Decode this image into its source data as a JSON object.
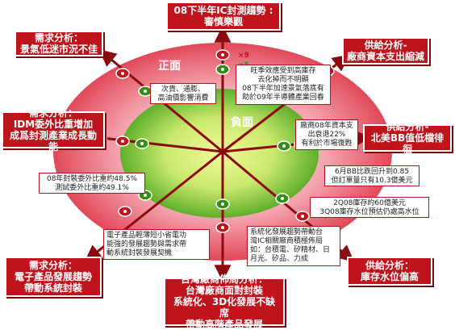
{
  "rings": {
    "positive": "正面",
    "negative": "負面"
  },
  "colors": {
    "accent": "#c0141c",
    "outer_ring": "#f0a0a8",
    "inner_ring": "#7ec23c",
    "center": "#e4f37c"
  },
  "labels": {
    "top": [
      "08下半年IC封測趨勢 :",
      "審慎樂觀"
    ],
    "top_left": [
      "需求分析：",
      "景氣低迷市況不佳"
    ],
    "left": [
      "需求分析：",
      "IDM委外比重增加",
      "成爲封測產業成長動能"
    ],
    "bottom_left": [
      "需求分析：",
      "電子產品發展趨勢",
      "帶動系統封裝"
    ],
    "bottom": [
      "台灣廠商佈局分析：",
      "台灣廠商面對封裝",
      "系統化、3D化發展不缺席",
      "帶動高階產品發展"
    ],
    "bottom_right": [
      "供給分析：",
      "庫存水位偏高"
    ],
    "right": [
      "供給分析-",
      "北美BB值低檔徘徊"
    ],
    "top_right": [
      "供給分析-",
      "廠商資本支出縮減"
    ]
  },
  "notes": {
    "n1": [
      "次貨、通膨、",
      "高油價影響消費"
    ],
    "n2": [
      "旺季效應受到高庫存",
      "去化掉而不明顯",
      "08下半年加速景氣落底有",
      "助於09年半導體產業回春"
    ],
    "n3": [
      "廠商08年資本支",
      "出衰退22%",
      "有利於市場復甦"
    ],
    "n4": [
      "08年封裝委外比重約48.5%",
      "測試委外比重約49.1%"
    ],
    "n5": [
      "6月BB比跌回升到0.85",
      "但訂單量只有10.3億美元"
    ],
    "n6": [
      "2Q08庫存約60億美元",
      "3Q08庫存水位預估仍處高水位"
    ],
    "n7": [
      "電子產品輕薄短小省電功",
      "能強的發展趨勢與需求帶",
      "動系統封裝發展契機"
    ],
    "n8": [
      "系統化發展趨勢帶動台",
      "灣IC相關廠商積極佈局",
      "如：台積電、矽精材、日",
      "月光、矽品、力成"
    ]
  },
  "marks": {
    "x9": "×9",
    "x5": "×5"
  }
}
